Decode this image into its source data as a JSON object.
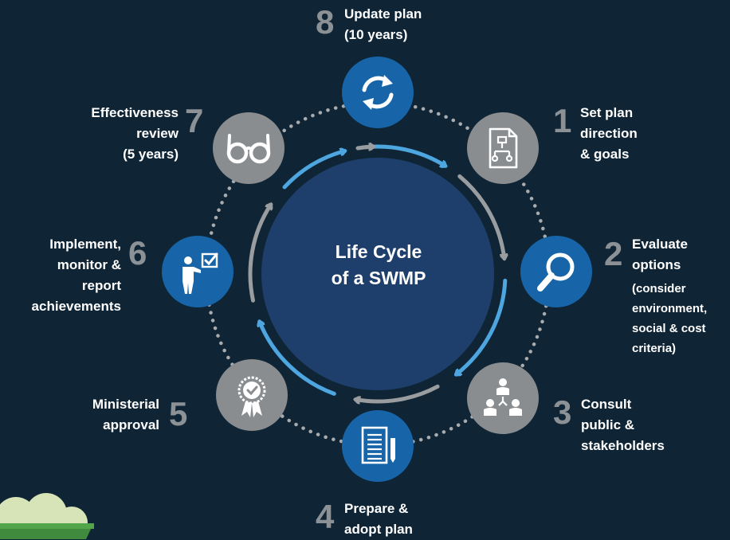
{
  "center": {
    "line1": "Life Cycle",
    "line2": "of a SWMP"
  },
  "steps": [
    {
      "number": "1",
      "lines": [
        "Set plan",
        "direction",
        "& goals"
      ],
      "note": [],
      "icon": "flowchart-document-icon",
      "color": "#8a8d90"
    },
    {
      "number": "2",
      "lines": [
        "Evaluate",
        "options"
      ],
      "note": [
        "(consider",
        "environment,",
        "social & cost",
        "criteria)"
      ],
      "icon": "magnifier-icon",
      "color": "#1765a8"
    },
    {
      "number": "3",
      "lines": [
        "Consult",
        "public &",
        "stakeholders"
      ],
      "note": [],
      "icon": "people-network-icon",
      "color": "#8a8d90"
    },
    {
      "number": "4",
      "lines": [
        "Prepare &",
        "adopt plan"
      ],
      "note": [],
      "icon": "document-pencil-icon",
      "color": "#1765a8"
    },
    {
      "number": "5",
      "lines": [
        "Ministerial",
        "approval"
      ],
      "note": [],
      "icon": "certificate-badge-icon",
      "color": "#8a8d90"
    },
    {
      "number": "6",
      "lines": [
        "Implement,",
        "monitor &",
        "report",
        "achievements"
      ],
      "note": [],
      "icon": "presenter-checkbox-icon",
      "color": "#1765a8"
    },
    {
      "number": "7",
      "lines": [
        "Effectiveness",
        "review",
        "(5 years)"
      ],
      "note": [],
      "icon": "glasses-icon",
      "color": "#8a8d90"
    },
    {
      "number": "8",
      "lines": [
        "Update plan",
        "(10 years)"
      ],
      "note": [],
      "icon": "refresh-arrows-icon",
      "color": "#1765a8"
    }
  ],
  "colors": {
    "background": "#0f2535",
    "center_circle": "#1e3f6b",
    "accent_blue": "#1765a8",
    "grey_circle": "#8a8d90",
    "arrow_light_blue": "#4da6e0",
    "arrow_grey": "#9a9da0",
    "number_grey": "#8c9196"
  }
}
